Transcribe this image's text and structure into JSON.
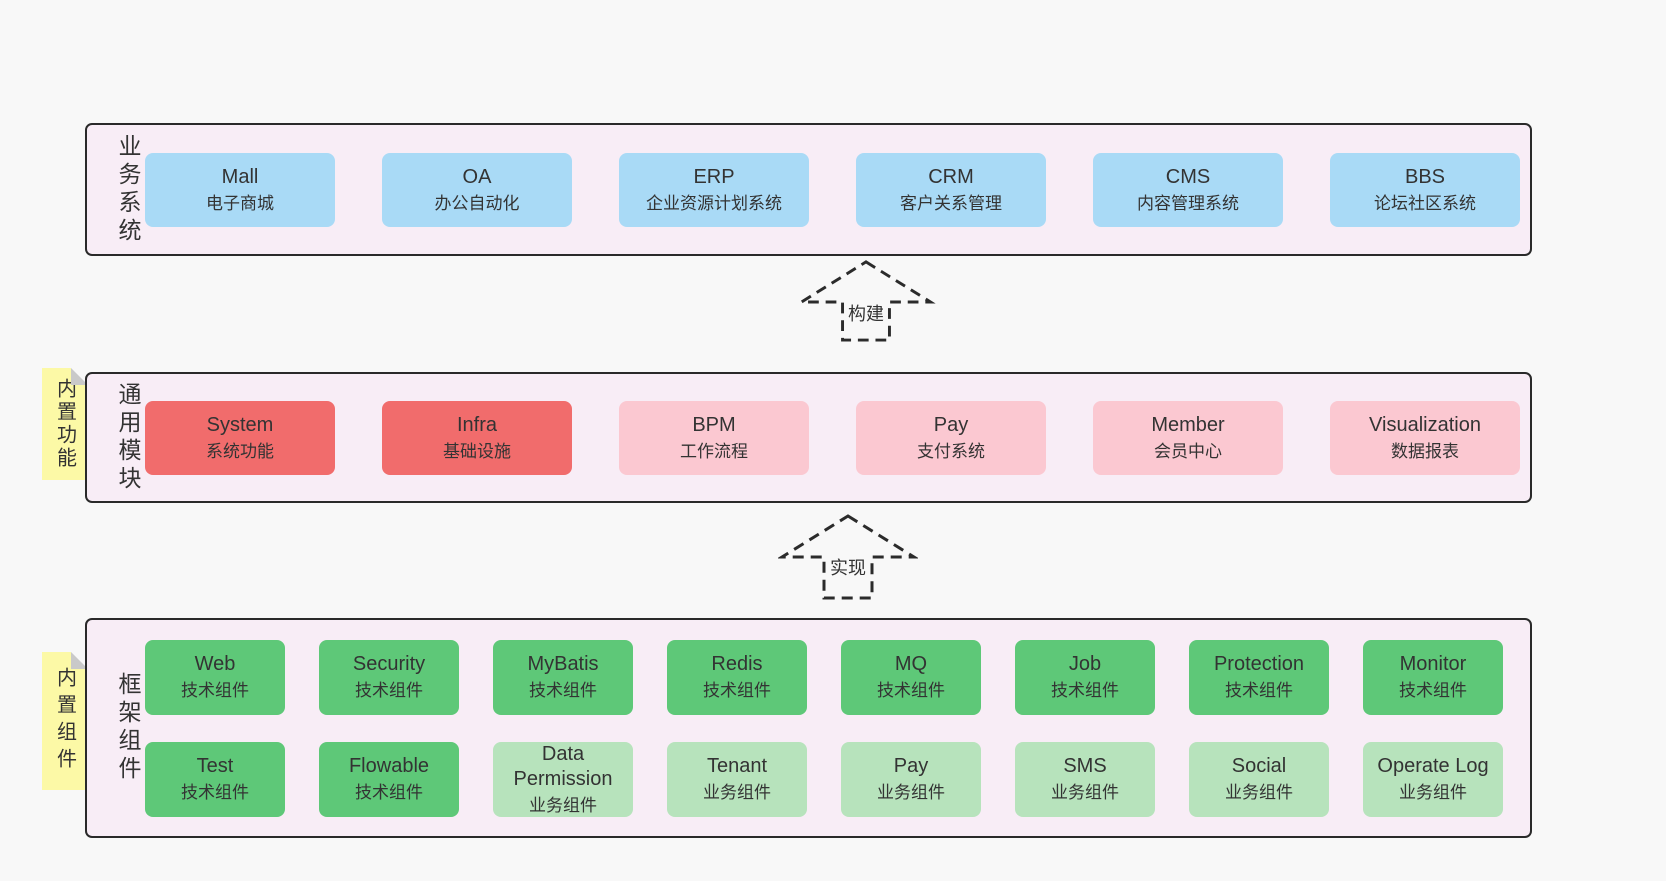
{
  "colors": {
    "page_bg": "#f8f8f8",
    "panel_bg": "#f8edf6",
    "panel_border": "#2a2a2a",
    "blue": "#a9daf6",
    "red": "#f16c6c",
    "pink": "#fbc8d1",
    "green": "#5ec878",
    "light_green": "#b7e3bc",
    "note_yellow": "#fcf9a6",
    "note_fold": "#c9c9c9",
    "text": "#333333"
  },
  "sections": [
    {
      "label": "业务系统",
      "boxes": [
        {
          "name": "Mall",
          "desc": "电子商城"
        },
        {
          "name": "OA",
          "desc": "办公自动化"
        },
        {
          "name": "ERP",
          "desc": "企业资源计划系统"
        },
        {
          "name": "CRM",
          "desc": "客户关系管理"
        },
        {
          "name": "CMS",
          "desc": "内容管理系统"
        },
        {
          "name": "BBS",
          "desc": "论坛社区系统"
        }
      ]
    },
    {
      "label": "通用模块",
      "note": "内置功能",
      "boxes": [
        {
          "name": "System",
          "desc": "系统功能"
        },
        {
          "name": "Infra",
          "desc": "基础设施"
        },
        {
          "name": "BPM",
          "desc": "工作流程"
        },
        {
          "name": "Pay",
          "desc": "支付系统"
        },
        {
          "name": "Member",
          "desc": "会员中心"
        },
        {
          "name": "Visualization",
          "desc": "数据报表"
        }
      ]
    },
    {
      "label": "框架组件",
      "note": "内置组件",
      "rows": [
        [
          {
            "name": "Web",
            "desc": "技术组件"
          },
          {
            "name": "Security",
            "desc": "技术组件"
          },
          {
            "name": "MyBatis",
            "desc": "技术组件"
          },
          {
            "name": "Redis",
            "desc": "技术组件"
          },
          {
            "name": "MQ",
            "desc": "技术组件"
          },
          {
            "name": "Job",
            "desc": "技术组件"
          },
          {
            "name": "Protection",
            "desc": "技术组件"
          },
          {
            "name": "Monitor",
            "desc": "技术组件"
          }
        ],
        [
          {
            "name": "Test",
            "desc": "技术组件"
          },
          {
            "name": "Flowable",
            "desc": "技术组件"
          },
          {
            "name": "Data Permission",
            "desc": "业务组件"
          },
          {
            "name": "Tenant",
            "desc": "业务组件"
          },
          {
            "name": "Pay",
            "desc": "业务组件"
          },
          {
            "name": "SMS",
            "desc": "业务组件"
          },
          {
            "name": "Social",
            "desc": "业务组件"
          },
          {
            "name": "Operate Log",
            "desc": "业务组件"
          }
        ]
      ]
    }
  ],
  "arrows": [
    {
      "label": "构建"
    },
    {
      "label": "实现"
    }
  ]
}
